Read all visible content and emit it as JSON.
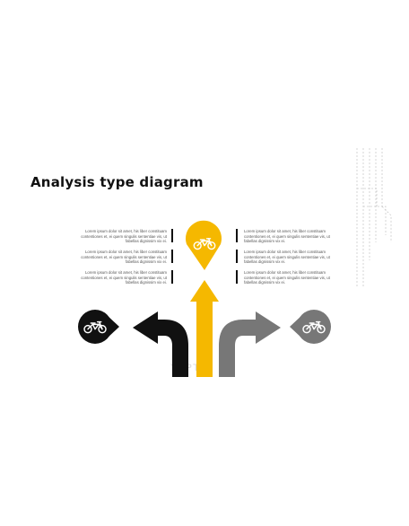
{
  "title": "Analysis type diagram",
  "watermark": "YPPT",
  "colors": {
    "yellow": "#F5B800",
    "black": "#111111",
    "gray": "#777777",
    "deco": "#cccccc"
  },
  "icons": {
    "left": "motorcycle-icon",
    "center": "motorcycle-icon",
    "right": "motorcycle-icon"
  },
  "left_items": [
    {
      "text": "Lorem ipsum dolor sit amet, his liber constituam contentiones et, ei quem singulis sententiae vis, ut fabellas dignissim vix ei."
    },
    {
      "text": "Lorem ipsum dolor sit amet, his liber constituam contentiones et, ei quem singulis sententiae vis, ut fabellas dignissim vix ei."
    },
    {
      "text": "Lorem ipsum dolor sit amet, his liber constituam contentiones et, ei quem singulis sententiae vis, ut fabellas dignissim vix ei."
    }
  ],
  "right_items": [
    {
      "text": "Lorem ipsum dolor sit amet, his liber constituam contentiones et, ei quem singulis sententiae vis, ut fabellas dignissim vix ei."
    },
    {
      "text": "Lorem ipsum dolor sit amet, his liber constituam contentiones et, ei quem singulis sententiae vis, ut fabellas dignissim vix ei."
    },
    {
      "text": "Lorem ipsum dolor sit amet, his liber constituam contentiones et, ei quem singulis sententiae vis, ut fabellas dignissim vix ei."
    }
  ]
}
